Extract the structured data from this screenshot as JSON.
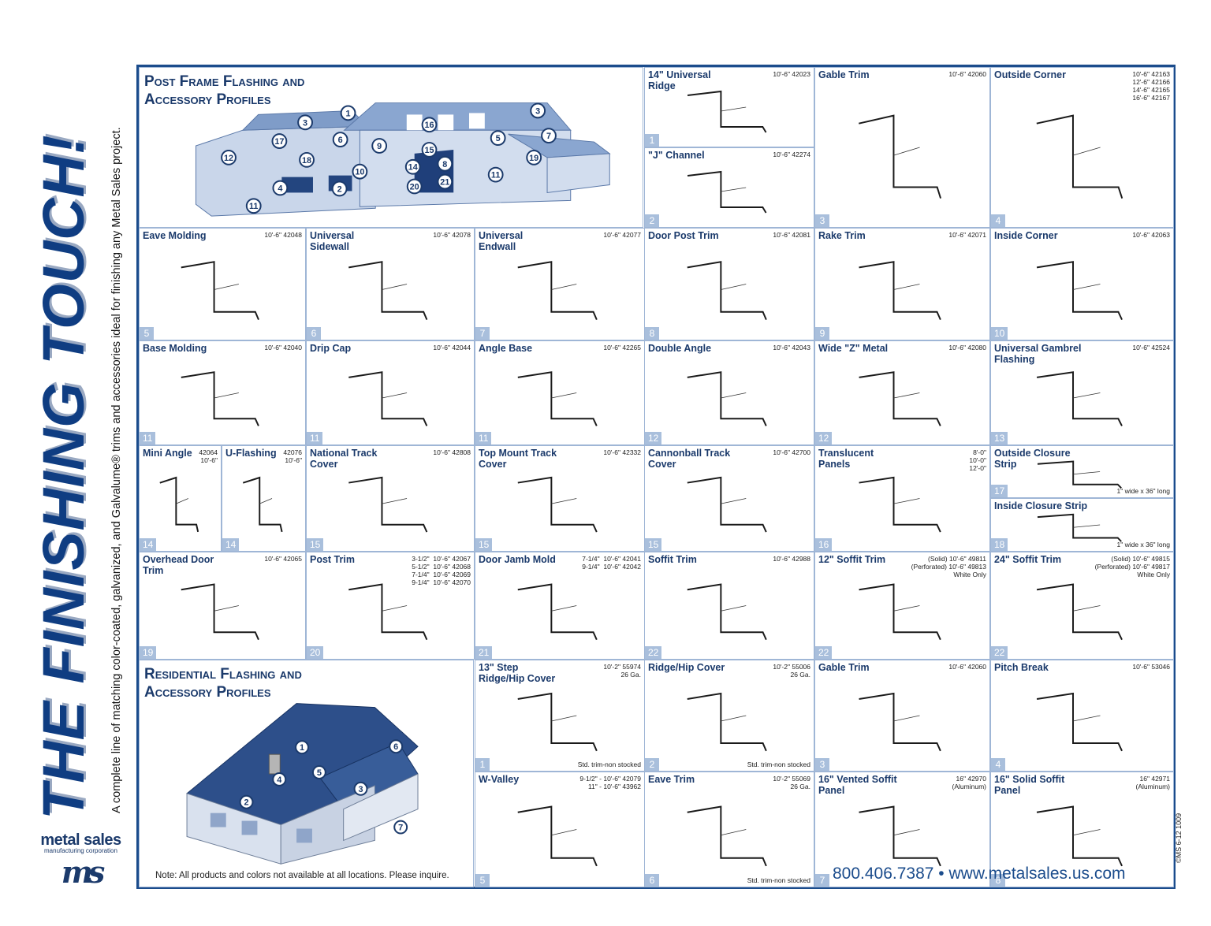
{
  "sidebar": {
    "title": "THE FINISHING TOUCH!",
    "subtitle": "A complete line of matching color-coated, galvanized, and Galvalume® trims and accessories ideal for finishing any Metal Sales project.",
    "logo_name": "metal sales",
    "logo_corp": "manufacturing corporation",
    "logo_mark": "ms"
  },
  "post_frame": {
    "title_line1": "Post Frame Flashing and",
    "title_line2": "Accessory Profiles",
    "callouts": [
      "3",
      "1",
      "3",
      "17",
      "6",
      "9",
      "16",
      "15",
      "5",
      "7",
      "12",
      "18",
      "10",
      "14",
      "8",
      "19",
      "4",
      "2",
      "20",
      "21",
      "11",
      "11"
    ]
  },
  "residential": {
    "title_line1": "Residential Flashing and",
    "title_line2": "Accessory Profiles",
    "callouts": [
      "1",
      "6",
      "4",
      "5",
      "3",
      "2",
      "7"
    ],
    "note": "Note: All products and colors not available at all locations. Please inquire."
  },
  "contact": "800.406.7387 • www.metalsales.us.com",
  "doc_code": "©MS 6-12   1009",
  "cells": [
    {
      "title": "14\" Universal Ridge",
      "part": "10'-6\" 42023",
      "num": "1"
    },
    {
      "title": "\"J\" Channel",
      "part": "10'-6\" 42274",
      "num": "2"
    },
    {
      "title": "Gable Trim",
      "part": "10'-6\" 42060",
      "num": "3"
    },
    {
      "title": "Outside Corner",
      "part": "10'-6\" 42163\n12'-6\" 42166\n14'-6\" 42165\n16'-6\" 42167",
      "num": "4"
    },
    {
      "title": "Eave Molding",
      "part": "10'-6\" 42048",
      "num": "5"
    },
    {
      "title": "Universal Sidewall",
      "part": "10'-6\" 42078",
      "num": "6"
    },
    {
      "title": "Universal Endwall",
      "part": "10'-6\" 42077",
      "num": "7"
    },
    {
      "title": "Door Post Trim",
      "part": "10'-6\" 42081",
      "num": "8"
    },
    {
      "title": "Rake Trim",
      "part": "10'-6\" 42071",
      "num": "9"
    },
    {
      "title": "Inside Corner",
      "part": "10'-6\" 42063",
      "num": "10"
    },
    {
      "title": "Base Molding",
      "part": "10'-6\" 42040",
      "num": "11"
    },
    {
      "title": "Drip Cap",
      "part": "10'-6\" 42044",
      "num": "11"
    },
    {
      "title": "Angle Base",
      "part": "10'-6\" 42265",
      "num": "11"
    },
    {
      "title": "Double Angle",
      "part": "10'-6\" 42043",
      "num": "12"
    },
    {
      "title": "Wide \"Z\" Metal",
      "part": "10'-6\" 42080",
      "num": "12"
    },
    {
      "title": "Universal Gambrel Flashing",
      "part": "10'-6\" 42524",
      "num": "13"
    },
    {
      "title": "Mini Angle",
      "part": "42064\n10'-6\"",
      "num": "14"
    },
    {
      "title": "U-Flashing",
      "part": "42076\n10'-6\"",
      "num": "14"
    },
    {
      "title": "National Track Cover",
      "part": "10'-6\" 42808",
      "num": "15"
    },
    {
      "title": "Top Mount Track Cover",
      "part": "10'-6\" 42332",
      "num": "15"
    },
    {
      "title": "Cannonball Track Cover",
      "part": "10'-6\" 42700",
      "num": "15"
    },
    {
      "title": "Translucent Panels",
      "part": "8'-0\"\n10'-0\"\n12'-0\"",
      "num": "16"
    },
    {
      "title": "Outside Closure Strip",
      "part": "",
      "num": "17",
      "note": "1\" wide x 36\" long"
    },
    {
      "title": "Inside Closure Strip",
      "part": "",
      "num": "18",
      "note": "1\" wide x 36\" long"
    },
    {
      "title": "Overhead Door Trim",
      "part": "10'-6\" 42065",
      "num": "19"
    },
    {
      "title": "Post Trim",
      "part": "3-1/2\"  10'-6\" 42067\n5-1/2\"  10'-6\" 42068\n7-1/4\"  10'-6\" 42069\n9-1/4\"  10'-6\" 42070",
      "num": "20"
    },
    {
      "title": "Door Jamb Mold",
      "part": "7-1/4\"  10'-6\" 42041\n9-1/4\"  10'-6\" 42042",
      "num": "21"
    },
    {
      "title": "Soffit Trim",
      "part": "10'-6\" 42988",
      "num": "22"
    },
    {
      "title": "12\" Soffit Trim",
      "part": "(Solid) 10'-6\" 49811\n(Perforated) 10'-6\" 49813\nWhite Only",
      "num": "22"
    },
    {
      "title": "24\" Soffit Trim",
      "part": "(Solid) 10'-6\" 49815\n(Perforated) 10'-6\" 49817\nWhite Only",
      "num": "22"
    },
    {
      "title": "13\" Step Ridge/Hip Cover",
      "part": "10'-2\" 55974\n26 Ga.",
      "num": "1",
      "note": "Std. trim-non stocked"
    },
    {
      "title": "Ridge/Hip Cover",
      "part": "10'-2\" 55006\n26 Ga.",
      "num": "2",
      "note": "Std. trim-non stocked"
    },
    {
      "title": "Gable Trim",
      "part": "10'-6\" 42060",
      "num": "3"
    },
    {
      "title": "Pitch Break",
      "part": "10'-6\" 53046",
      "num": "4"
    },
    {
      "title": "W-Valley",
      "part": "9-1/2\" - 10'-6\" 42079\n11\" - 10'-6\" 43962",
      "num": "5"
    },
    {
      "title": "Eave Trim",
      "part": "10'-2\" 55069\n26 Ga.",
      "num": "6",
      "note": "Std. trim-non stocked"
    },
    {
      "title": "16\" Vented Soffit Panel",
      "part": "16\" 42970\n(Aluminum)",
      "num": "7"
    },
    {
      "title": "16\" Solid Soffit Panel",
      "part": "16\" 42971\n(Aluminum)",
      "num": "8"
    }
  ]
}
